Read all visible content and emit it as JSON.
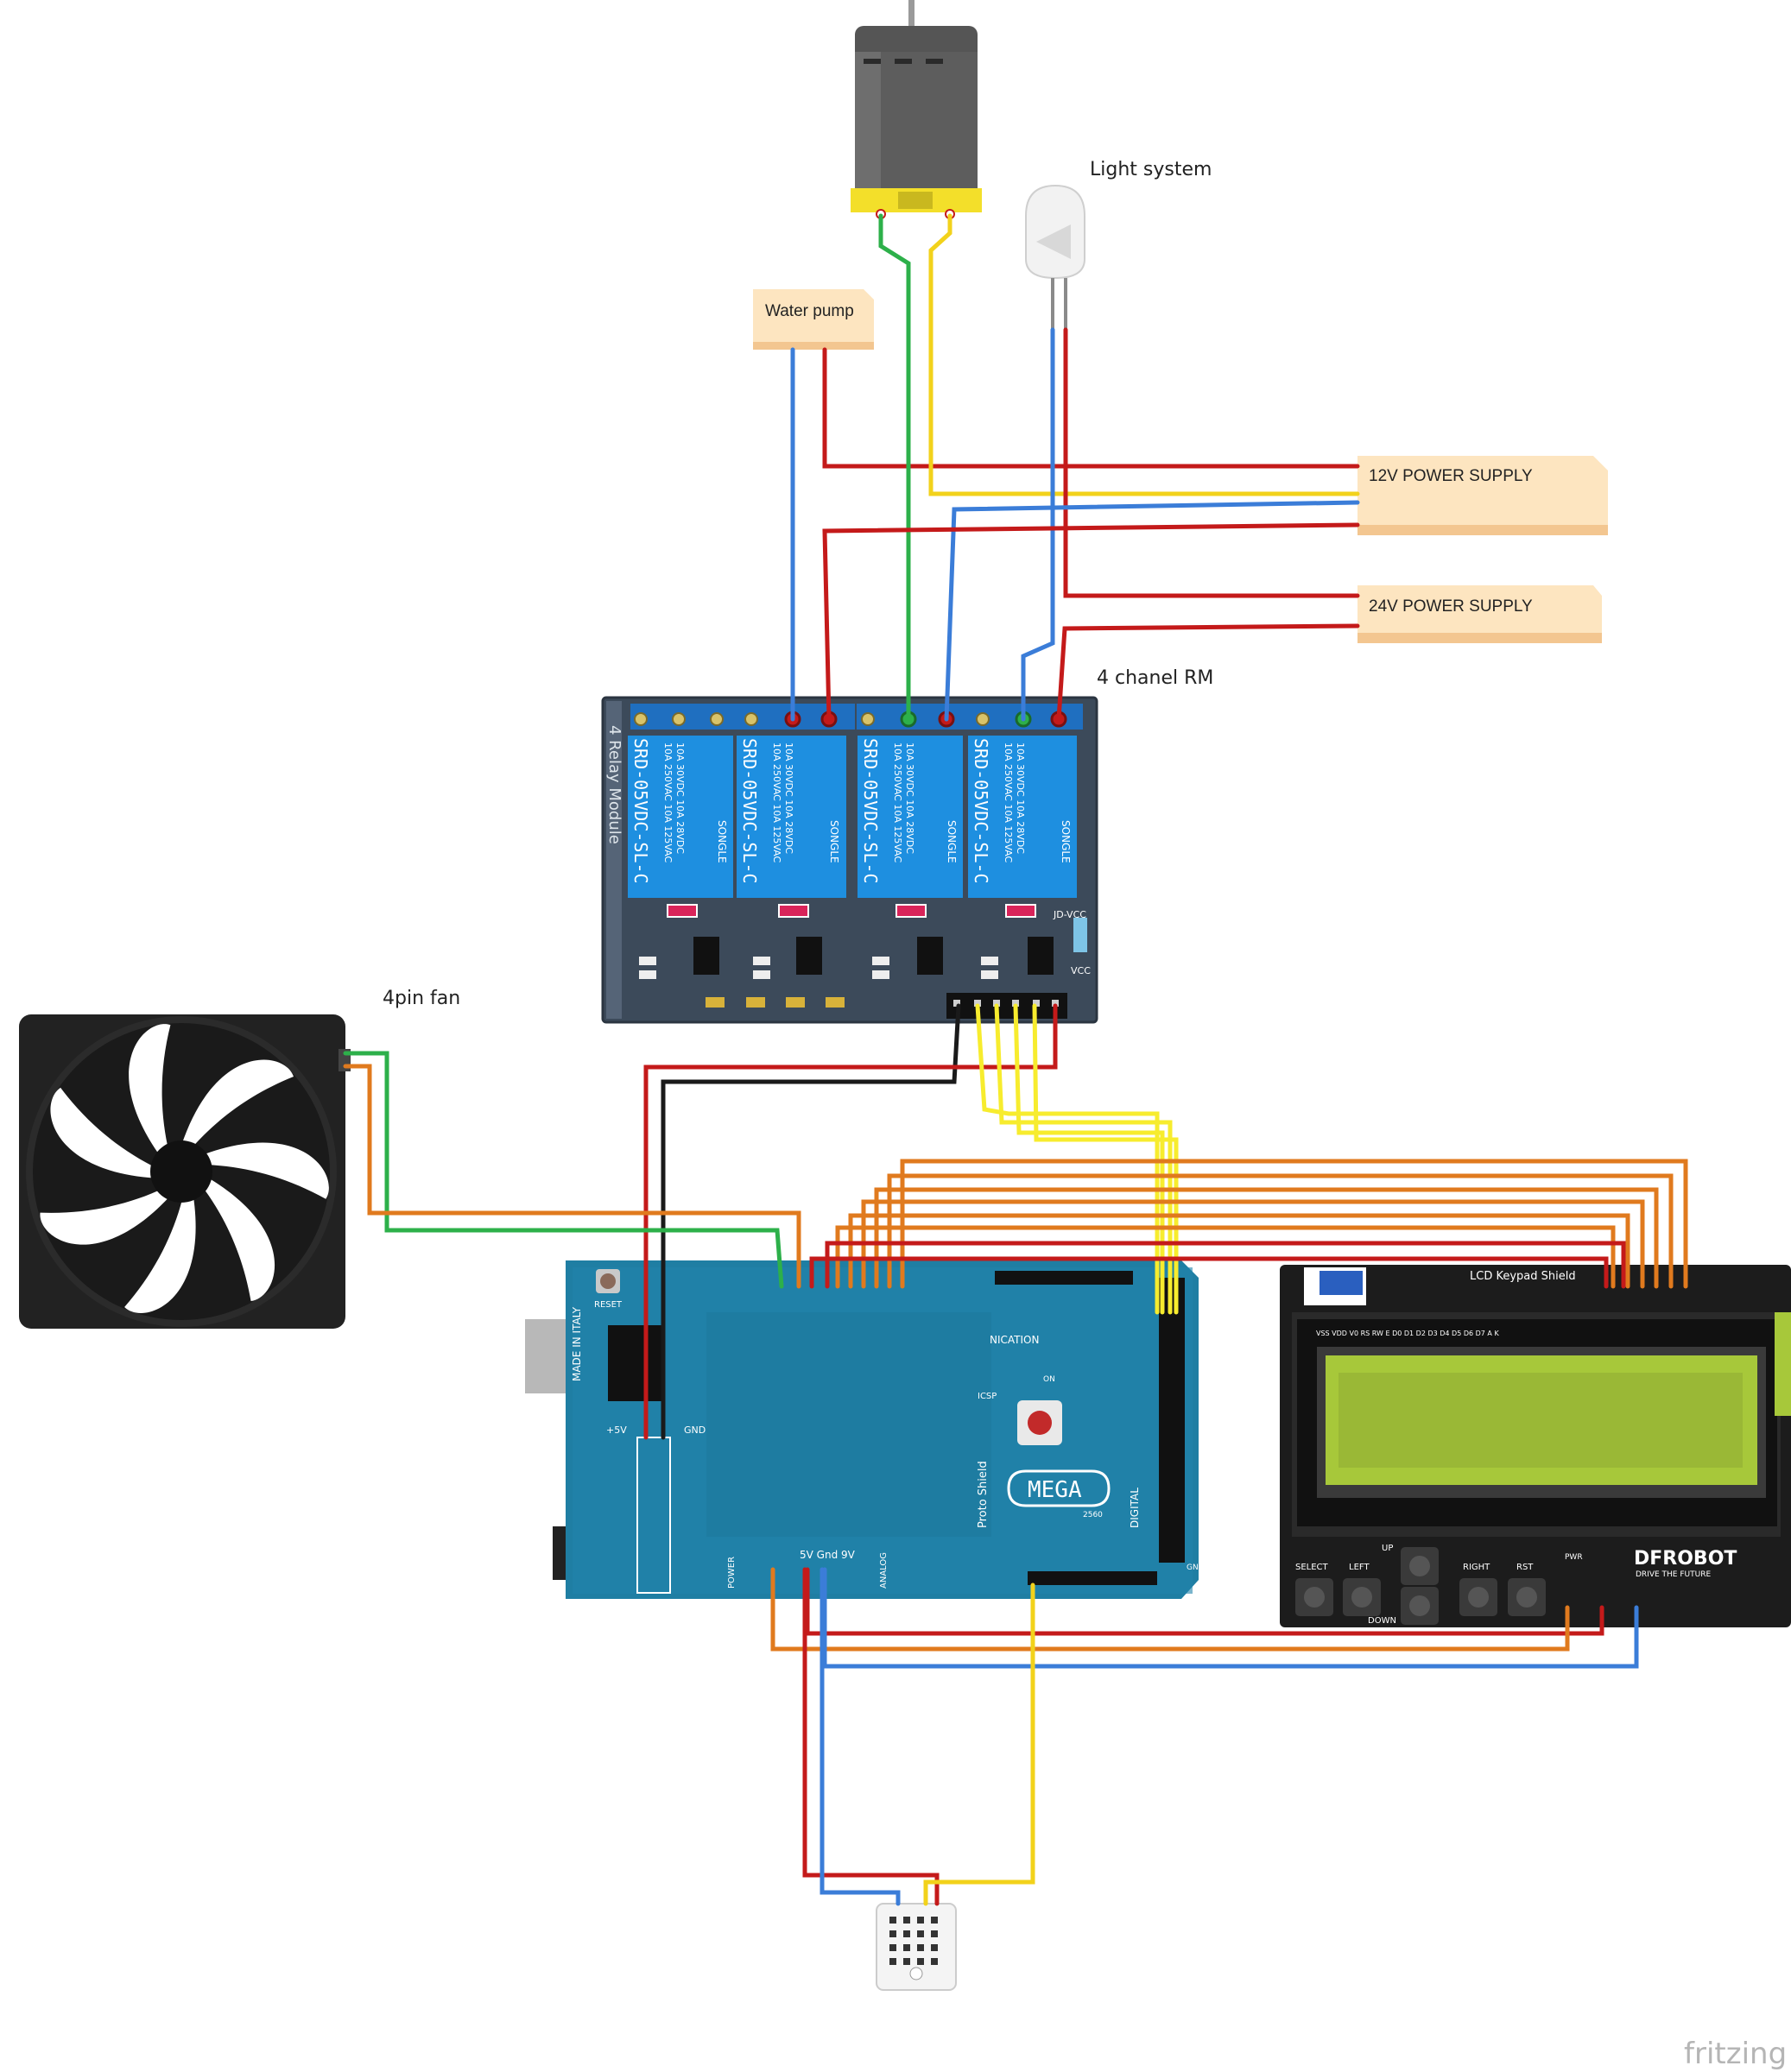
{
  "labels": {
    "light_system": "Light system",
    "water_pump": "Water pump",
    "power_12v": "12V POWER SUPPLY",
    "power_24v": "24V POWER SUPPLY",
    "relay_title": "4 chanel RM",
    "fan_title": "4pin fan",
    "relay_module": "4 Relay Module",
    "relay_model": "SRD-05VDC-SL-C",
    "relay_rating": "10A 250VAC 10A 125VAC",
    "relay_rating2": "10A 30VDC 10A 28VDC",
    "relay_brand": "SONGLE",
    "jd_vcc": "JD-VCC",
    "vcc": "VCC",
    "lcd_title": "LCD Keypad Shield",
    "lcd_pins": "VSS VDD V0 RS RW E D0 D1 D2 D3 D4 D5 D6 D7 A K",
    "btn_select": "SELECT",
    "btn_left": "LEFT",
    "btn_up": "UP",
    "btn_down": "DOWN",
    "btn_right": "RIGHT",
    "btn_rst": "RST",
    "dfrobot": "DFROBOT",
    "dfrobot_tag": "DRIVE THE FUTURE",
    "pwr": "PWR",
    "mega": "MEGA",
    "mega_num": "2560",
    "made_in_italy": "MADE IN ITALY",
    "proto_shield": "Proto Shield",
    "reset": "RESET",
    "icsp": "ICSP",
    "on": "ON",
    "communication": "NICATION",
    "digital": "DIGITAL",
    "analog": "ANALOG",
    "power": "POWER",
    "gnd": "GND",
    "plus5v": "+5V",
    "row_5v_gnd": "5V  Gnd 9V",
    "fritzing": "fritzing"
  },
  "colors": {
    "red": "#c41a1a",
    "blue": "#3b7dd8",
    "green": "#2db04a",
    "yellow": "#f2d21b",
    "bright_yellow": "#f7ec2e",
    "orange": "#e07a1e",
    "black": "#1a1a1a",
    "board_teal": "#1f7ea3",
    "relay_blue": "#1e8fe0",
    "relay_board": "#3c4a5a",
    "lcd_green": "#a7c83a",
    "note_fill": "#fde5c0"
  }
}
